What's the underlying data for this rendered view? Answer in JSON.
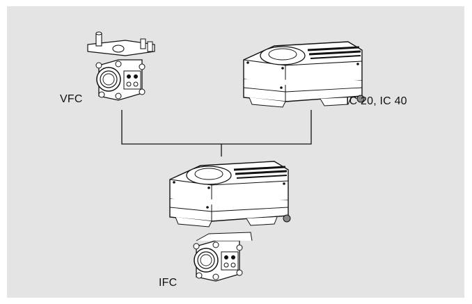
{
  "labels": {
    "vfc": "VFC",
    "ic": "IC 20, IC 40",
    "ifc": "IFC"
  },
  "colors": {
    "background": "#e4e4e4",
    "device_fill": "#ffffff",
    "outline": "#111111"
  },
  "icons": {
    "vfc": "valve-proving-system-illustration",
    "ic": "actuator-illustration",
    "ifc": "valve-with-actuator-illustration"
  }
}
